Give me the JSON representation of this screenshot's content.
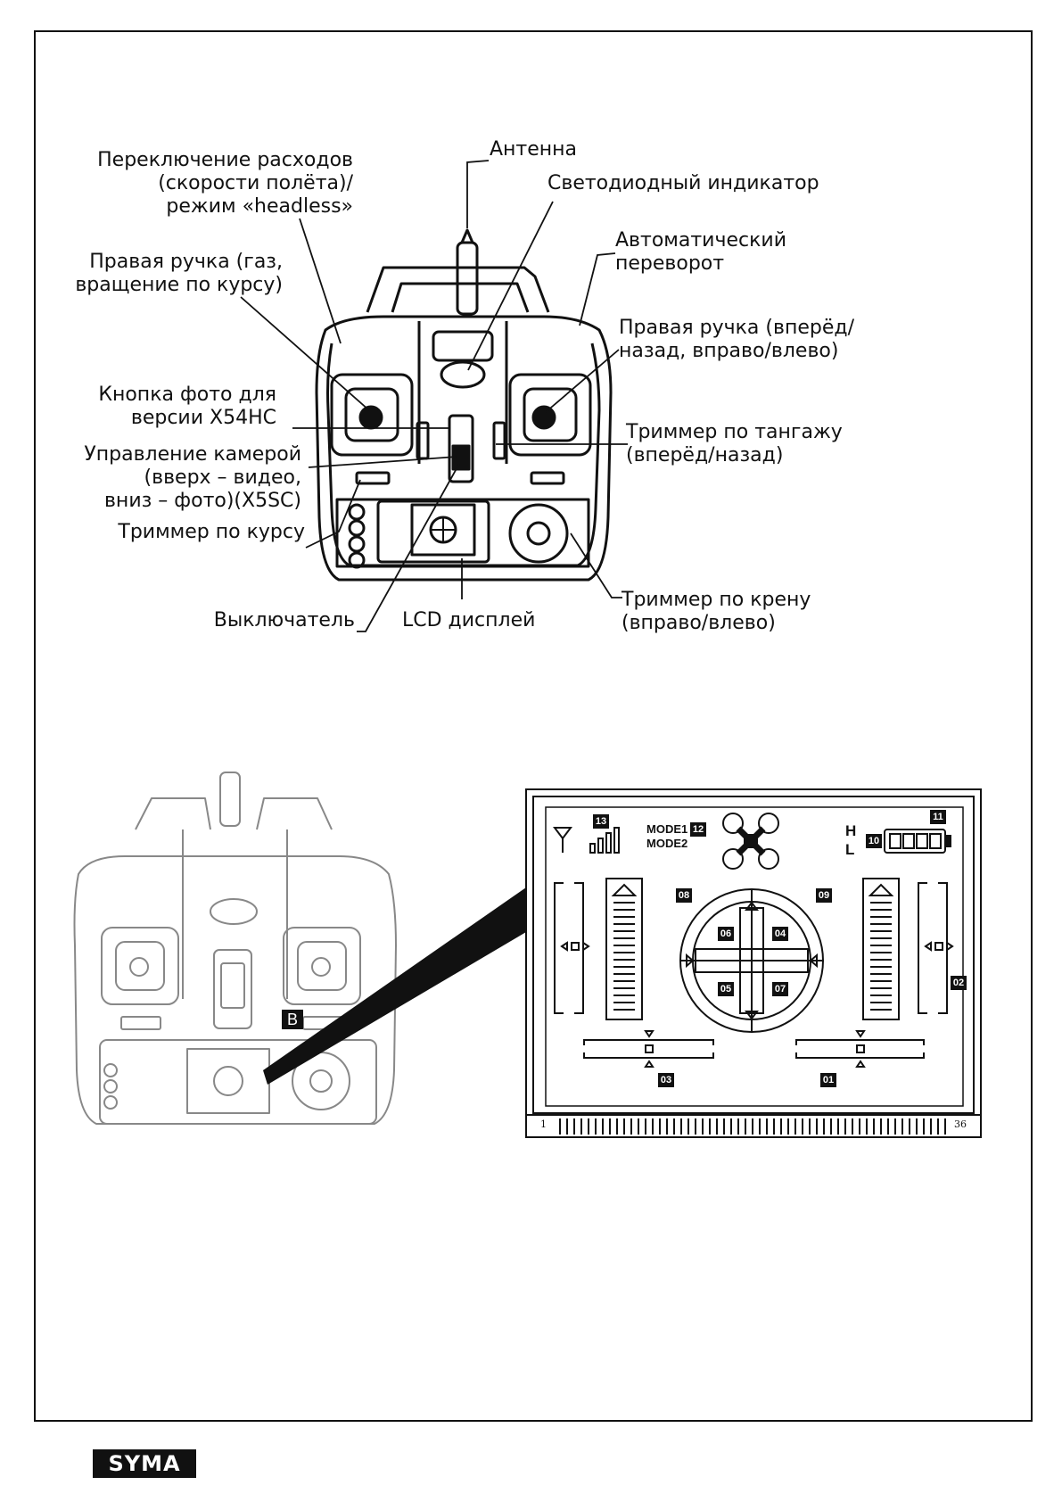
{
  "callouts": {
    "antenna": "Антенна",
    "rates_switch": "Переключение расходов\n(скорости полёта)/\nрежим «headless»",
    "led": "Светодиодный индикатор",
    "auto_flip": "Автоматический\nпереворот",
    "left_stick": "Правая ручка (газ,\nвращение по курсу)",
    "right_stick": "Правая ручка (вперёд/\nназад, вправо/влево)",
    "photo_button": "Кнопка фото для\nверсии X54HC",
    "pitch_trim": "Триммер по тангажу\n(вперёд/назад)",
    "camera_control": "Управление камерой\n(вверх – видео,\nвниз – фото)(X5SC)",
    "yaw_trim": "Триммер по курсу",
    "roll_trim": "Триммер по крену\n(вправо/влево)",
    "power_switch": "Выключатель",
    "lcd": "LCD дисплей"
  },
  "remote_small": {
    "b_label": "B"
  },
  "lcd_panel": {
    "mode1": "MODE1",
    "mode2": "MODE2",
    "h": "H",
    "l": "L",
    "pin_first": "1",
    "pin_last": "36",
    "segments": {
      "s01": "01",
      "s02": "02",
      "s03": "03",
      "s04": "04",
      "s05": "05",
      "s06": "06",
      "s07": "07",
      "s08": "08",
      "s09": "09",
      "s10": "10",
      "s11": "11",
      "s12": "12",
      "s13": "13"
    }
  },
  "brand": {
    "logo": "SYMA"
  }
}
